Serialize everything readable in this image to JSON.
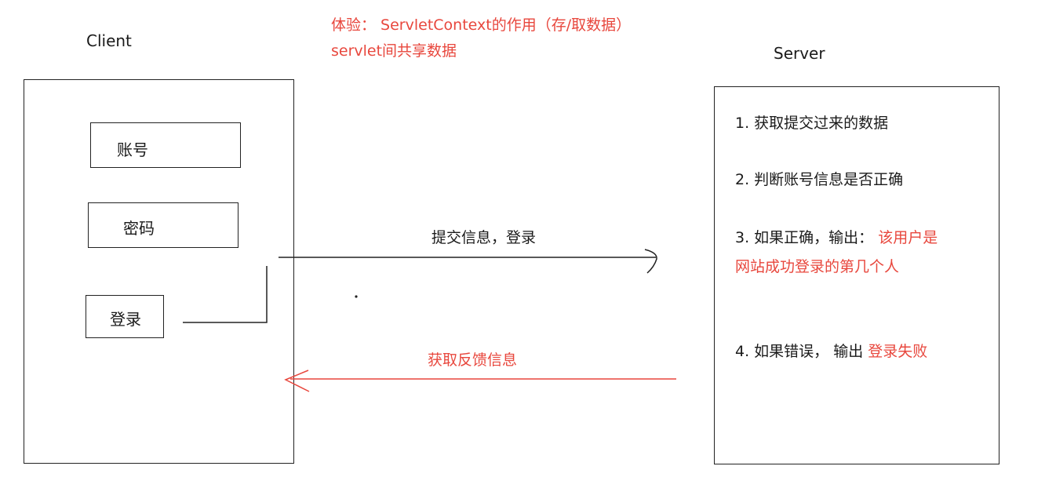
{
  "heading": {
    "line1": "体验： ServletContext的作用（存/取数据）",
    "line2": "servlet间共享数据"
  },
  "client": {
    "label": "Client",
    "account_field": "账号",
    "password_field": "密码",
    "login_button": "登录"
  },
  "server": {
    "label": "Server",
    "steps": [
      {
        "text": "1. 获取提交过来的数据",
        "highlight": ""
      },
      {
        "text": "2. 判断账号信息是否正确",
        "highlight": ""
      },
      {
        "text": "3. 如果正确，输出： ",
        "highlight": "该用户是网站成功登录的第几个人"
      },
      {
        "text": "4. 如果错误， 输出 ",
        "highlight": "登录失败"
      }
    ]
  },
  "arrows": {
    "request_label": "提交信息，登录",
    "response_label": "获取反馈信息"
  },
  "colors": {
    "highlight": "#e8473d",
    "line": "#222222"
  }
}
